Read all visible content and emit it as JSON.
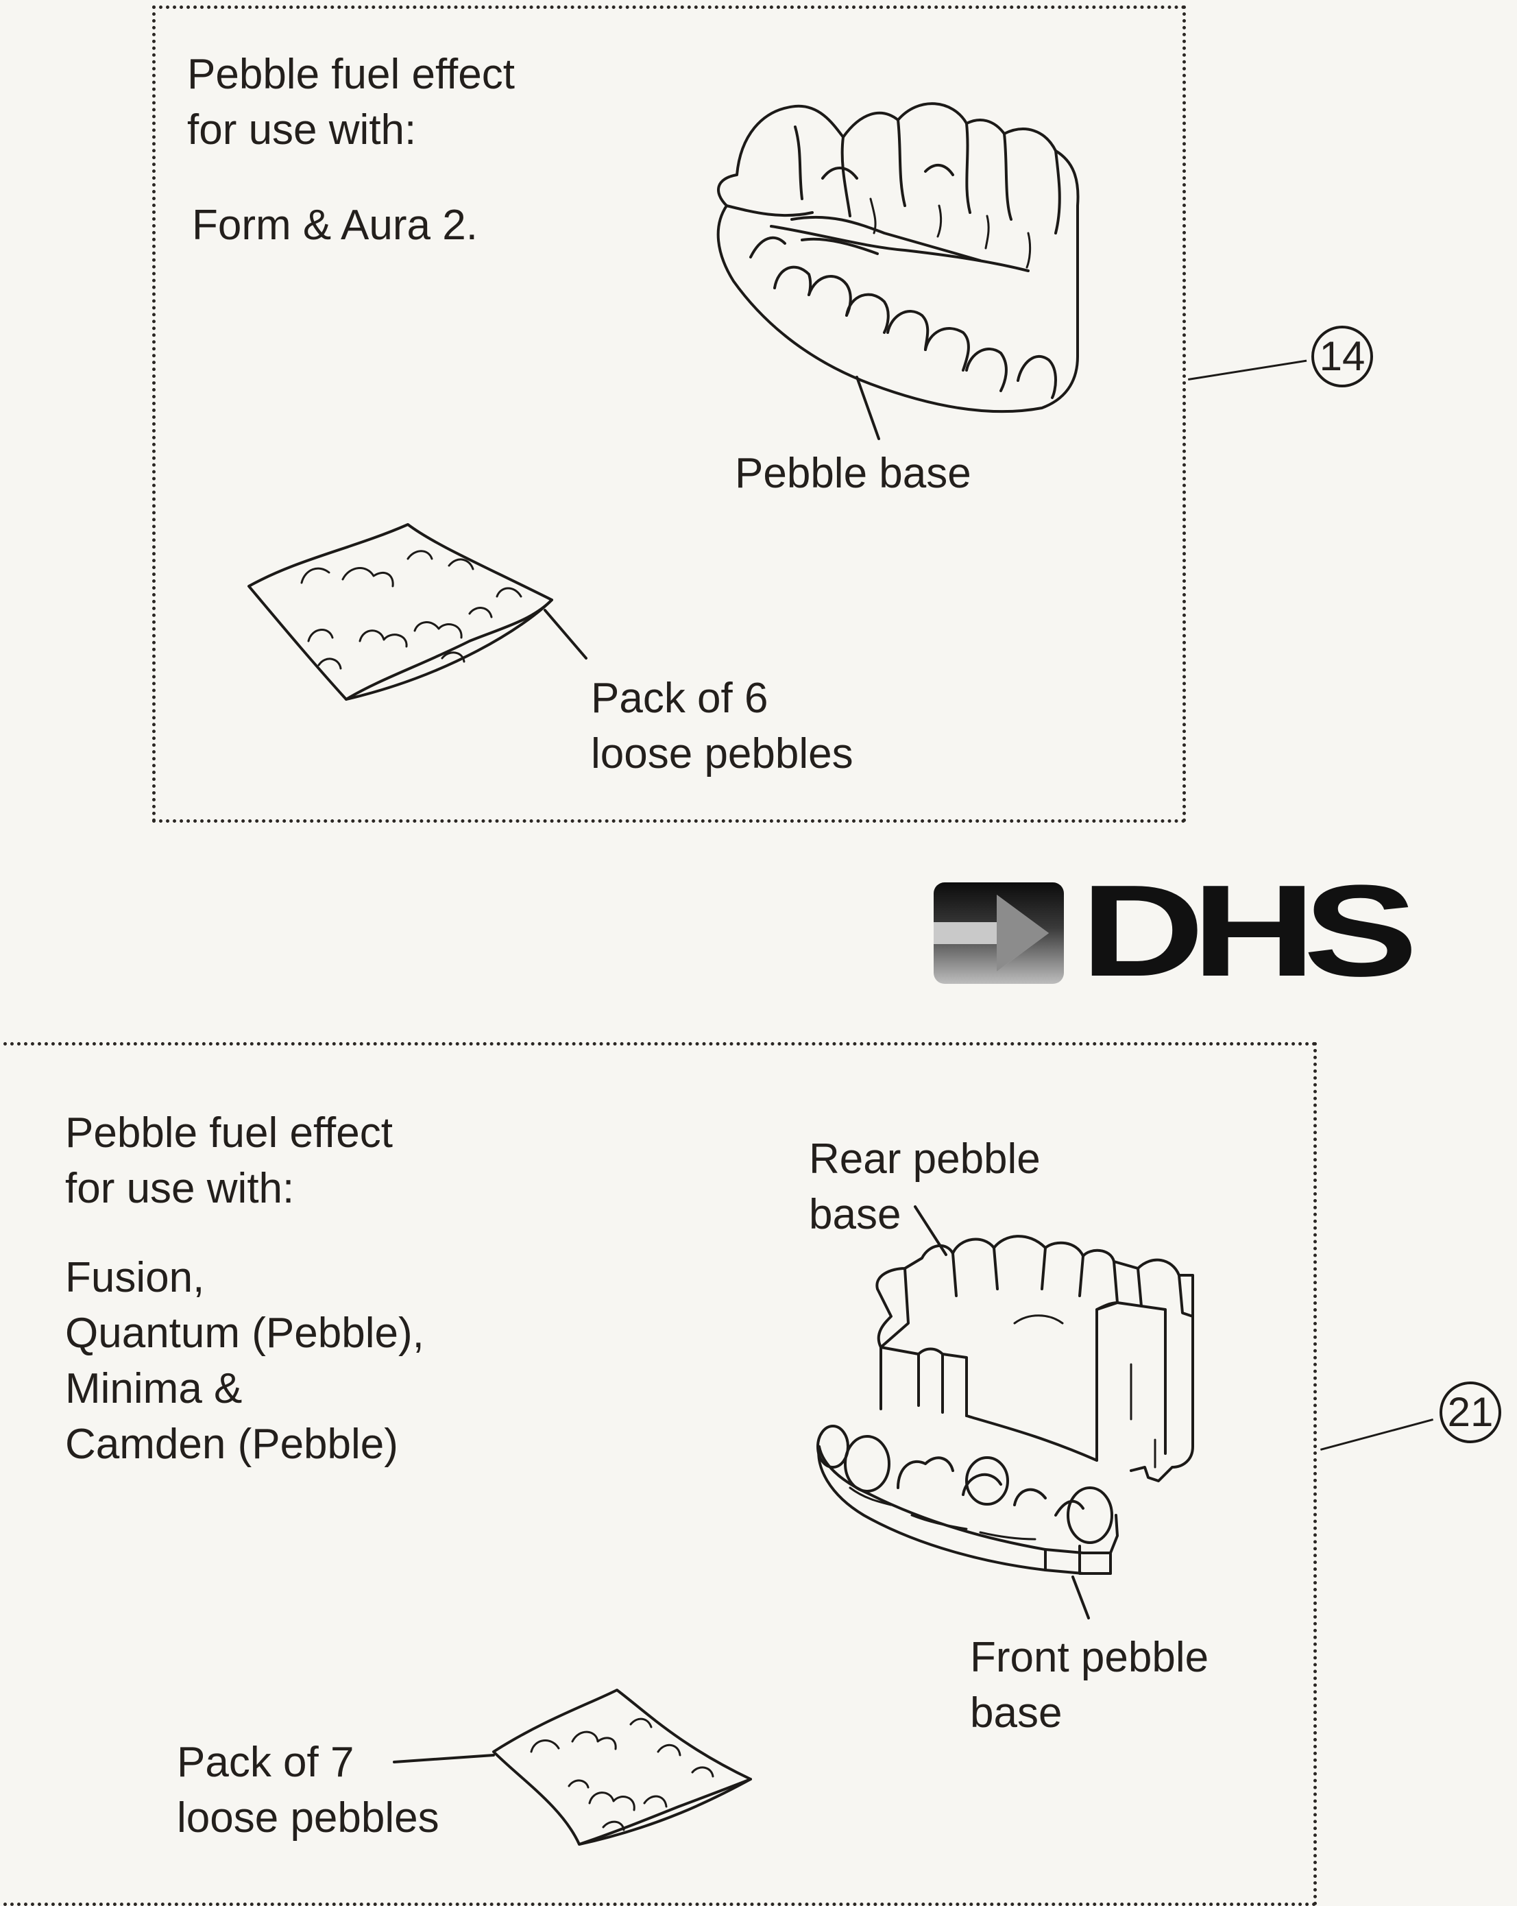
{
  "top_panel": {
    "heading_line1": "Pebble fuel effect",
    "heading_line2": "for use with:",
    "models": "Form & Aura 2.",
    "callout_number": "14",
    "label_base": "Pebble base",
    "label_pack_line1": "Pack of 6",
    "label_pack_line2": "loose pebbles"
  },
  "logo": {
    "text": "DHS"
  },
  "bottom_panel": {
    "heading_line1": "Pebble fuel effect",
    "heading_line2": "for use with:",
    "models_line1": "Fusion,",
    "models_line2": "Quantum (Pebble),",
    "models_line3": "Minima &",
    "models_line4": "Camden (Pebble)",
    "callout_number": "21",
    "label_rear_line1": "Rear pebble",
    "label_rear_line2": "base",
    "label_front_line1": "Front pebble",
    "label_front_line2": "base",
    "label_pack_line1": "Pack of 7",
    "label_pack_line2": "loose pebbles"
  },
  "colors": {
    "ink": "#231f1c",
    "paper": "#f7f6f2"
  },
  "icons": [
    "pebble-base-drawing",
    "pebble-pack-drawing",
    "rear-pebble-base-drawing",
    "front-pebble-base-drawing",
    "dhs-arrow-logo-mark"
  ]
}
